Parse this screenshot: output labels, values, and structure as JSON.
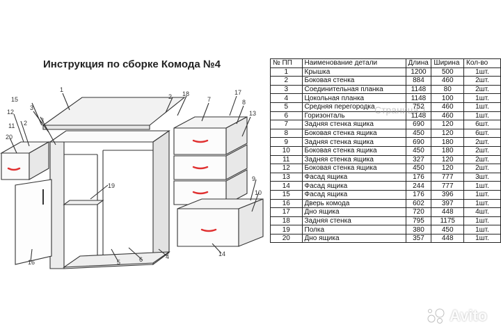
{
  "document": {
    "title": "Инструкция по сборке Комода №4"
  },
  "watermark": "Страница 1",
  "brand": {
    "name": "Avito",
    "icon": "avito-logo-icon"
  },
  "drawing": {
    "callouts": [
      "1",
      "2",
      "3",
      "4",
      "5",
      "6",
      "7",
      "8",
      "9",
      "10",
      "11",
      "12",
      "13",
      "14",
      "15",
      "16",
      "17",
      "18",
      "19",
      "20"
    ],
    "accent_color": "#e03030"
  },
  "table": {
    "headers": [
      "№ ПП",
      "Наименование детали",
      "Длина",
      "Ширина",
      "Кол-во"
    ],
    "rows": [
      [
        "1",
        "Крышка",
        "1200",
        "500",
        "1шт."
      ],
      [
        "2",
        "Боковая стенка",
        "884",
        "460",
        "2шт."
      ],
      [
        "3",
        "Соединительная планка",
        "1148",
        "80",
        "2шт."
      ],
      [
        "4",
        "Цокольная планка",
        "1148",
        "100",
        "1шт."
      ],
      [
        "5",
        "Средняя перегородка",
        "752",
        "460",
        "1шт."
      ],
      [
        "6",
        "Горизонталь",
        "1148",
        "460",
        "1шт."
      ],
      [
        "7",
        "Задняя стенка ящика",
        "690",
        "120",
        "6шт."
      ],
      [
        "8",
        "Боковая стенка ящика",
        "450",
        "120",
        "6шт."
      ],
      [
        "9",
        "Задняя стенка ящика",
        "690",
        "180",
        "2шт."
      ],
      [
        "10",
        "Боковая стенка ящика",
        "450",
        "180",
        "2шт."
      ],
      [
        "11",
        "Задняя стенка ящика",
        "327",
        "120",
        "2шт."
      ],
      [
        "12",
        "Боковая стенка ящика",
        "450",
        "120",
        "2шт."
      ],
      [
        "13",
        "Фасад ящика",
        "176",
        "777",
        "3шт."
      ],
      [
        "14",
        "Фасад ящика",
        "244",
        "777",
        "1шт."
      ],
      [
        "15",
        "Фасад ящика",
        "176",
        "396",
        "1шт."
      ],
      [
        "16",
        "Дверь комода",
        "602",
        "397",
        "1шт."
      ],
      [
        "17",
        "Дно ящика",
        "720",
        "448",
        "4шт."
      ],
      [
        "18",
        "Задняя стенка",
        "795",
        "1175",
        "1шт."
      ],
      [
        "19",
        "Полка",
        "380",
        "450",
        "1шт."
      ],
      [
        "20",
        "Дно ящика",
        "357",
        "448",
        "1шт."
      ]
    ]
  }
}
